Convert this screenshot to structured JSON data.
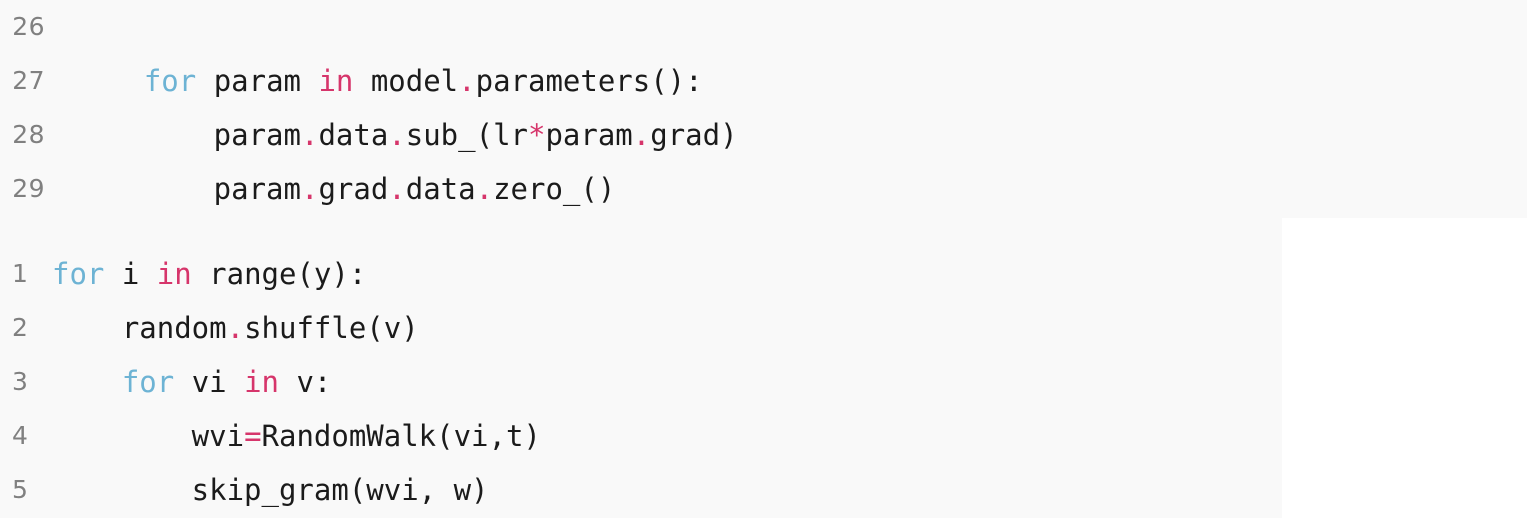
{
  "theme": {
    "background": "#f9f9f9",
    "page_background": "#ffffff",
    "line_number_color": "#808080",
    "plain_text_color": "#1b1b1b",
    "keyword_color": "#6db3d4",
    "operator_color": "#d6356b"
  },
  "blocks": [
    {
      "name": "code-block-upper",
      "language": "python",
      "lines": [
        {
          "number": "26",
          "text": "",
          "tokens": []
        },
        {
          "number": "27",
          "text": "    for param in model.parameters():",
          "tokens": [
            {
              "t": "    ",
              "k": "pln"
            },
            {
              "t": "for",
              "k": "kw"
            },
            {
              "t": " param ",
              "k": "pln"
            },
            {
              "t": "in",
              "k": "op"
            },
            {
              "t": " model",
              "k": "pln"
            },
            {
              "t": ".",
              "k": "op"
            },
            {
              "t": "parameters():",
              "k": "pln"
            }
          ]
        },
        {
          "number": "28",
          "text": "        param.data.sub_(lr*param.grad)",
          "tokens": [
            {
              "t": "        param",
              "k": "pln"
            },
            {
              "t": ".",
              "k": "op"
            },
            {
              "t": "data",
              "k": "pln"
            },
            {
              "t": ".",
              "k": "op"
            },
            {
              "t": "sub_(lr",
              "k": "pln"
            },
            {
              "t": "*",
              "k": "op"
            },
            {
              "t": "param",
              "k": "pln"
            },
            {
              "t": ".",
              "k": "op"
            },
            {
              "t": "grad)",
              "k": "pln"
            }
          ]
        },
        {
          "number": "29",
          "text": "        param.grad.data.zero_()",
          "tokens": [
            {
              "t": "        param",
              "k": "pln"
            },
            {
              "t": ".",
              "k": "op"
            },
            {
              "t": "grad",
              "k": "pln"
            },
            {
              "t": ".",
              "k": "op"
            },
            {
              "t": "data",
              "k": "pln"
            },
            {
              "t": ".",
              "k": "op"
            },
            {
              "t": "zero_()",
              "k": "pln"
            }
          ]
        }
      ]
    },
    {
      "name": "code-block-lower",
      "language": "python",
      "lines": [
        {
          "number": "1",
          "text": "for i in range(y):",
          "tokens": [
            {
              "t": "for",
              "k": "kw"
            },
            {
              "t": " i ",
              "k": "pln"
            },
            {
              "t": "in",
              "k": "op"
            },
            {
              "t": " range(y):",
              "k": "pln"
            }
          ]
        },
        {
          "number": "2",
          "text": "    random.shuffle(v)",
          "tokens": [
            {
              "t": "    random",
              "k": "pln"
            },
            {
              "t": ".",
              "k": "op"
            },
            {
              "t": "shuffle(v)",
              "k": "pln"
            }
          ]
        },
        {
          "number": "3",
          "text": "    for vi in v:",
          "tokens": [
            {
              "t": "    ",
              "k": "pln"
            },
            {
              "t": "for",
              "k": "kw"
            },
            {
              "t": " vi ",
              "k": "pln"
            },
            {
              "t": "in",
              "k": "op"
            },
            {
              "t": " v:",
              "k": "pln"
            }
          ]
        },
        {
          "number": "4",
          "text": "        wvi=RandomWalk(vi,t)",
          "tokens": [
            {
              "t": "        wvi",
              "k": "pln"
            },
            {
              "t": "=",
              "k": "op"
            },
            {
              "t": "RandomWalk(vi,t)",
              "k": "pln"
            }
          ]
        },
        {
          "number": "5",
          "text": "        skip_gram(wvi, w)",
          "tokens": [
            {
              "t": "        skip_gram(wvi, w)",
              "k": "pln"
            }
          ]
        }
      ]
    }
  ]
}
